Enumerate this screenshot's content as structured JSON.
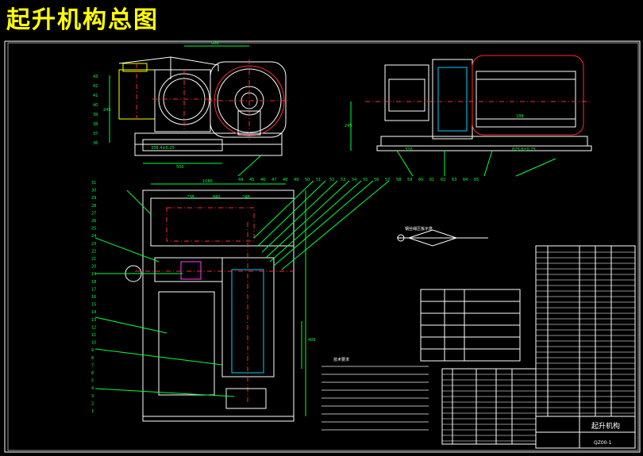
{
  "title": "起升机构总图",
  "colors": {
    "background": "#000000",
    "title": "#ffff00",
    "border": "#ffffff",
    "part": "#ffffff",
    "dimension": "#00ff3c",
    "centerline": "#ff2a2a",
    "leader": "#00ff3c",
    "section": "#ff40ff"
  },
  "dimensions": {
    "front_top": "500",
    "front_bottom": "500",
    "front_base": "338.4±0.25",
    "front_height": "245",
    "side_height": "245",
    "side_left": "320",
    "side_right": "875.8±0.75",
    "side_small": "188",
    "plan_top": "1080",
    "plan_left": "238",
    "plan_mid": "840",
    "plan_right": "248",
    "plan_height": "400"
  },
  "callouts": {
    "front_left": [
      "43",
      "42",
      "41",
      "40",
      "39",
      "38",
      "37",
      "36"
    ],
    "front_bottom": [
      "44",
      "45",
      "46",
      "47",
      "48",
      "49",
      "50",
      "51"
    ],
    "side_bottom": [
      "52",
      "53",
      "54",
      "55",
      "56",
      "57",
      "58",
      "59",
      "60",
      "61",
      "62",
      "63",
      "64",
      "65"
    ],
    "plan_left": [
      "31",
      "30",
      "29",
      "28",
      "27",
      "26",
      "25",
      "24",
      "23",
      "22",
      "21",
      "20",
      "19",
      "18",
      "17",
      "16",
      "15",
      "14",
      "13",
      "12",
      "11",
      "10",
      "9",
      "8",
      "7",
      "6",
      "5",
      "4",
      "3",
      "2",
      "1"
    ]
  },
  "technical_requirements_title": "技术要求",
  "detail_label": "钢丝绳压板示意",
  "drawing_name": "起升机构",
  "drawing_number": "QZ00-1"
}
